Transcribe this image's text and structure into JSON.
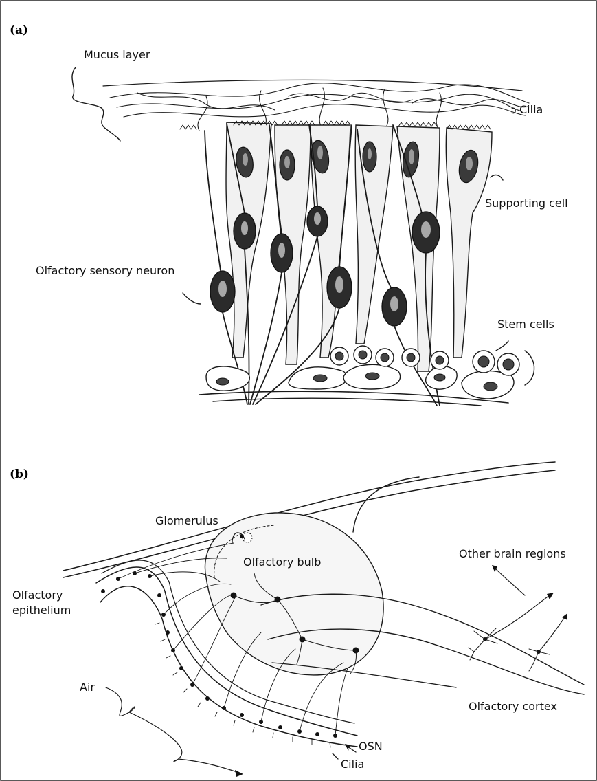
{
  "panel_a": {
    "tag": "(a)",
    "labels": {
      "mucus_layer": "Mucus layer",
      "cilia": "Cilia",
      "supporting_cell": "Supporting cell",
      "olfactory_sensory_neuron": "Olfactory sensory neuron",
      "stem_cells": "Stem cells"
    }
  },
  "panel_b": {
    "tag": "(b)",
    "labels": {
      "glomerulus": "Glomerulus",
      "olfactory_bulb": "Olfactory bulb",
      "other_brain_regions": "Other brain regions",
      "olfactory_epithelium_line1": "Olfactory",
      "olfactory_epithelium_line2": "epithelium",
      "air": "Air",
      "olfactory_cortex": "Olfactory cortex",
      "osn": "OSN",
      "cilia": "Cilia"
    }
  }
}
